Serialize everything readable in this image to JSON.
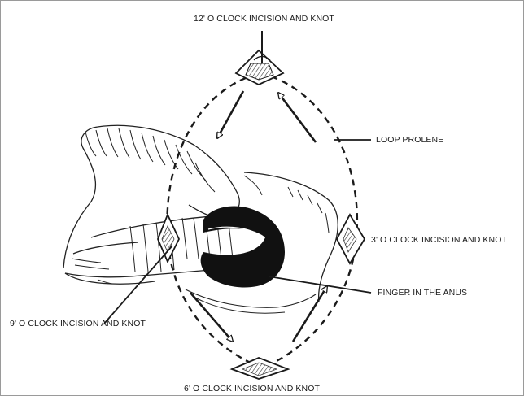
{
  "labels": {
    "top": "12' O CLOCK INCISION AND KNOT",
    "loop": "LOOP PROLENE",
    "right": "3' O CLOCK INCISION AND KNOT",
    "finger": "FINGER IN THE ANUS",
    "left": "9' O CLOCK INCISION AND KNOT",
    "bottom": "6' O CLOCK INCISION AND KNOT"
  },
  "colors": {
    "line": "#1a1a1a",
    "border": "#9a9a9a"
  }
}
